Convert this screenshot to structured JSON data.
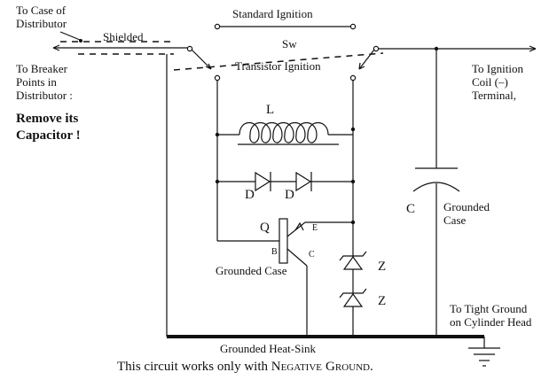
{
  "labels": {
    "to_case_line1": "To Case of",
    "to_case_line2": "Distributor",
    "shielded": "Shielded",
    "standard_ignition": "Standard Ignition",
    "sw": "Sw",
    "transistor_ignition": "Transistor Ignition",
    "to_breaker_line1": "To Breaker",
    "to_breaker_line2": "Points in",
    "to_breaker_line3": "Distributor :",
    "remove_line1": "Remove its",
    "remove_line2": "Capacitor !",
    "to_ignition_line1": "To Ignition",
    "to_ignition_line2": "Coil  (–)",
    "to_ignition_line3": "Terminal,",
    "inductor": "L",
    "diode1": "D",
    "diode2": "D",
    "capacitor": "C",
    "grounded_case_cap_line1": "Grounded",
    "grounded_case_cap_line2": "Case",
    "transistor": "Q",
    "emitter": "E",
    "base": "B",
    "collector": "C",
    "grounded_case_q": "Grounded Case",
    "zener1": "Z",
    "zener2": "Z",
    "tight_ground_line1": "To Tight Ground",
    "tight_ground_line2": "on Cylinder Head",
    "heat_sink": "Grounded Heat-Sink"
  },
  "caption": {
    "prefix": "This circuit works only with ",
    "neg_n": "N",
    "neg_rest": "EGATIVE",
    "gnd_g": "G",
    "gnd_rest": "ROUND",
    "suffix": "."
  }
}
